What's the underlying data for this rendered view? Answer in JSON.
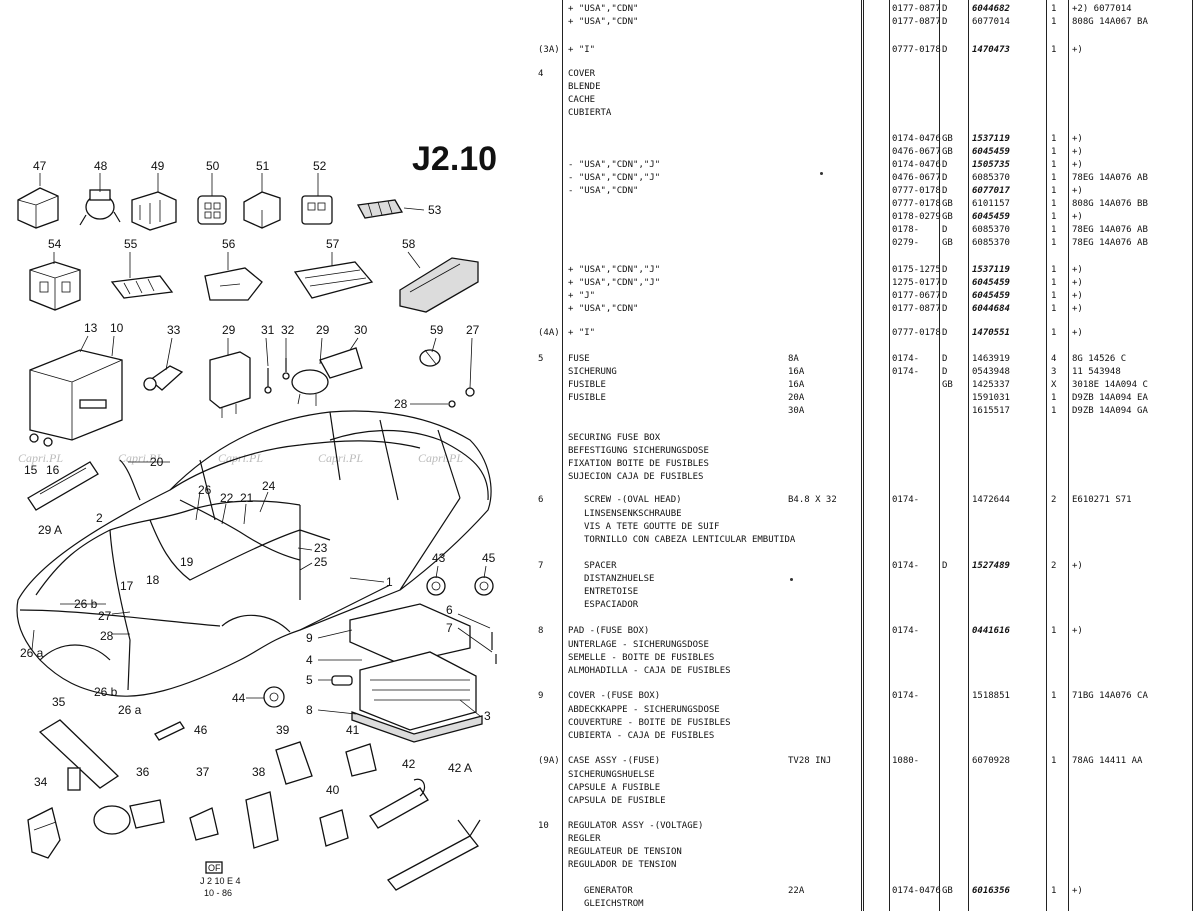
{
  "diagram": {
    "title": "J2.10",
    "footer_box": "OF",
    "footer_code": "J 2 10 E 4",
    "footer_date": "10 - 86",
    "watermark": "Capri.PL",
    "callouts": [
      "47",
      "48",
      "49",
      "50",
      "51",
      "52",
      "53",
      "54",
      "55",
      "56",
      "57",
      "58",
      "13",
      "10",
      "33",
      "29",
      "31",
      "32",
      "29",
      "30",
      "59",
      "27",
      "28",
      "15",
      "16",
      "29 A",
      "20",
      "2",
      "26",
      "22",
      "21",
      "24",
      "17",
      "18",
      "19",
      "23",
      "25",
      "1",
      "43",
      "45",
      "26 b",
      "27",
      "28",
      "26 a",
      "26 b",
      "26 a",
      "6",
      "7",
      "9",
      "4",
      "5",
      "8",
      "3",
      "44",
      "35",
      "46",
      "39",
      "41",
      "42",
      "42 A",
      "34",
      "36",
      "37",
      "38",
      "40"
    ]
  },
  "parts_table": {
    "rows": [
      {
        "ref": "",
        "desc": "+ \"USA\",\"CDN\"",
        "spec": "",
        "date": "0177-0877",
        "ctry": "D",
        "part": "6044682",
        "qty": "1",
        "note": "+2) 6077014",
        "hand": true
      },
      {
        "ref": "",
        "desc": "+ \"USA\",\"CDN\"",
        "spec": "",
        "date": "0177-0877",
        "ctry": "D",
        "part": "6077014",
        "qty": "1",
        "note": "808G 14A067 BA",
        "hand": false
      },
      {
        "ref": "(3A)",
        "desc": "+ \"I\"",
        "spec": "",
        "date": "0777-0178",
        "ctry": "D",
        "part": "1470473",
        "qty": "1",
        "note": "+)",
        "hand": true
      },
      {
        "ref": "4",
        "desc": "COVER",
        "spec": "",
        "date": "",
        "ctry": "",
        "part": "",
        "qty": "",
        "note": "",
        "hand": false
      },
      {
        "ref": "",
        "desc": "BLENDE",
        "spec": "",
        "date": "",
        "ctry": "",
        "part": "",
        "qty": "",
        "note": "",
        "hand": false
      },
      {
        "ref": "",
        "desc": "CACHE",
        "spec": "",
        "date": "",
        "ctry": "",
        "part": "",
        "qty": "",
        "note": "",
        "hand": false
      },
      {
        "ref": "",
        "desc": "CUBIERTA",
        "spec": "",
        "date": "",
        "ctry": "",
        "part": "",
        "qty": "",
        "note": "",
        "hand": false
      },
      {
        "ref": "",
        "desc": "",
        "spec": "",
        "date": "0174-0476",
        "ctry": "GB",
        "part": "1537119",
        "qty": "1",
        "note": "+)",
        "hand": true
      },
      {
        "ref": "",
        "desc": "",
        "spec": "",
        "date": "0476-0677",
        "ctry": "GB",
        "part": "6045459",
        "qty": "1",
        "note": "+)",
        "hand": true
      },
      {
        "ref": "",
        "desc": "- \"USA\",\"CDN\",\"J\"",
        "spec": "",
        "date": "0174-0476",
        "ctry": "D",
        "part": "1505735",
        "qty": "1",
        "note": "+)",
        "hand": true
      },
      {
        "ref": "",
        "desc": "- \"USA\",\"CDN\",\"J\"",
        "spec": "",
        "date": "0476-0677",
        "ctry": "D",
        "part": "6085370",
        "qty": "1",
        "note": "78EG 14A076 AB",
        "hand": false
      },
      {
        "ref": "",
        "desc": "- \"USA\",\"CDN\"",
        "spec": "",
        "date": "0777-0178",
        "ctry": "D",
        "part": "6077017",
        "qty": "1",
        "note": "+)",
        "hand": true
      },
      {
        "ref": "",
        "desc": "",
        "spec": "",
        "date": "0777-0178",
        "ctry": "GB",
        "part": "6101157",
        "qty": "1",
        "note": "808G 14A076 BB",
        "hand": false
      },
      {
        "ref": "",
        "desc": "",
        "spec": "",
        "date": "0178-0279",
        "ctry": "GB",
        "part": "6045459",
        "qty": "1",
        "note": "+)",
        "hand": true
      },
      {
        "ref": "",
        "desc": "",
        "spec": "",
        "date": "0178-",
        "ctry": "D",
        "part": "6085370",
        "qty": "1",
        "note": "78EG 14A076 AB",
        "hand": false
      },
      {
        "ref": "",
        "desc": "",
        "spec": "",
        "date": "0279-",
        "ctry": "GB",
        "part": "6085370",
        "qty": "1",
        "note": "78EG 14A076 AB",
        "hand": false
      },
      {
        "ref": "",
        "desc": "+ \"USA\",\"CDN\",\"J\"",
        "spec": "",
        "date": "0175-1275",
        "ctry": "D",
        "part": "1537119",
        "qty": "1",
        "note": "+)",
        "hand": true
      },
      {
        "ref": "",
        "desc": "+ \"USA\",\"CDN\",\"J\"",
        "spec": "",
        "date": "1275-0177",
        "ctry": "D",
        "part": "6045459",
        "qty": "1",
        "note": "+)",
        "hand": true
      },
      {
        "ref": "",
        "desc": "+ \"J\"",
        "spec": "",
        "date": "0177-0677",
        "ctry": "D",
        "part": "6045459",
        "qty": "1",
        "note": "+)",
        "hand": true
      },
      {
        "ref": "",
        "desc": "+ \"USA\",\"CDN\"",
        "spec": "",
        "date": "0177-0877",
        "ctry": "D",
        "part": "6044684",
        "qty": "1",
        "note": "+)",
        "hand": true
      },
      {
        "ref": "(4A)",
        "desc": "+ \"I\"",
        "spec": "",
        "date": "0777-0178",
        "ctry": "D",
        "part": "1470551",
        "qty": "1",
        "note": "+)",
        "hand": true
      },
      {
        "ref": "5",
        "desc": "FUSE",
        "spec": "8A",
        "date": "0174-",
        "ctry": "D",
        "part": "1463919",
        "qty": "4",
        "note": "8G 14526 C",
        "hand": false
      },
      {
        "ref": "",
        "desc": "SICHERUNG",
        "spec": "16A",
        "date": "0174-",
        "ctry": "D",
        "part": "0543948",
        "qty": "3",
        "note": "11 543948",
        "hand": false
      },
      {
        "ref": "",
        "desc": "FUSIBLE",
        "spec": "16A",
        "date": "",
        "ctry": "GB",
        "part": "1425337",
        "qty": "X",
        "note": "3018E 14A094 C",
        "hand": false
      },
      {
        "ref": "",
        "desc": "FUSIBLE",
        "spec": "20A",
        "date": "",
        "ctry": "",
        "part": "1591031",
        "qty": "1",
        "note": "D9ZB 14A094 EA",
        "hand": false
      },
      {
        "ref": "",
        "desc": "",
        "spec": "30A",
        "date": "",
        "ctry": "",
        "part": "1615517",
        "qty": "1",
        "note": "D9ZB 14A094 GA",
        "hand": false
      },
      {
        "ref": "",
        "desc": "SECURING FUSE BOX",
        "spec": "",
        "date": "",
        "ctry": "",
        "part": "",
        "qty": "",
        "note": "",
        "hand": false
      },
      {
        "ref": "",
        "desc": "BEFESTIGUNG SICHERUNGSDOSE",
        "spec": "",
        "date": "",
        "ctry": "",
        "part": "",
        "qty": "",
        "note": "",
        "hand": false
      },
      {
        "ref": "",
        "desc": "FIXATION BOITE DE FUSIBLES",
        "spec": "",
        "date": "",
        "ctry": "",
        "part": "",
        "qty": "",
        "note": "",
        "hand": false
      },
      {
        "ref": "",
        "desc": "SUJECION CAJA DE FUSIBLES",
        "spec": "",
        "date": "",
        "ctry": "",
        "part": "",
        "qty": "",
        "note": "",
        "hand": false
      },
      {
        "ref": "6",
        "desc": "SCREW -(OVAL HEAD)",
        "spec": "B4.8 X 32",
        "date": "0174-",
        "ctry": "",
        "part": "1472644",
        "qty": "2",
        "note": "E610271 S71",
        "hand": false,
        "indent": true
      },
      {
        "ref": "",
        "desc": "LINSENSENKSCHRAUBE",
        "spec": "",
        "date": "",
        "ctry": "",
        "part": "",
        "qty": "",
        "note": "",
        "hand": false,
        "indent": true
      },
      {
        "ref": "",
        "desc": "VIS A TETE GOUTTE DE SUIF",
        "spec": "",
        "date": "",
        "ctry": "",
        "part": "",
        "qty": "",
        "note": "",
        "hand": false,
        "indent": true
      },
      {
        "ref": "",
        "desc": "TORNILLO CON CABEZA LENTICULAR EMBUTIDA",
        "spec": "",
        "date": "",
        "ctry": "",
        "part": "",
        "qty": "",
        "note": "",
        "hand": false,
        "indent": true
      },
      {
        "ref": "7",
        "desc": "SPACER",
        "spec": "",
        "date": "0174-",
        "ctry": "D",
        "part": "1527489",
        "qty": "2",
        "note": "+)",
        "hand": true,
        "indent": true
      },
      {
        "ref": "",
        "desc": "DISTANZHUELSE",
        "spec": "",
        "date": "",
        "ctry": "",
        "part": "",
        "qty": "",
        "note": "",
        "hand": false,
        "indent": true
      },
      {
        "ref": "",
        "desc": "ENTRETOISE",
        "spec": "",
        "date": "",
        "ctry": "",
        "part": "",
        "qty": "",
        "note": "",
        "hand": false,
        "indent": true
      },
      {
        "ref": "",
        "desc": "ESPACIADOR",
        "spec": "",
        "date": "",
        "ctry": "",
        "part": "",
        "qty": "",
        "note": "",
        "hand": false,
        "indent": true
      },
      {
        "ref": "8",
        "desc": "PAD -(FUSE BOX)",
        "spec": "",
        "date": "0174-",
        "ctry": "",
        "part": "0441616",
        "qty": "1",
        "note": "+)",
        "hand": true
      },
      {
        "ref": "",
        "desc": "UNTERLAGE - SICHERUNGSDOSE",
        "spec": "",
        "date": "",
        "ctry": "",
        "part": "",
        "qty": "",
        "note": "",
        "hand": false
      },
      {
        "ref": "",
        "desc": "SEMELLE - BOITE DE FUSIBLES",
        "spec": "",
        "date": "",
        "ctry": "",
        "part": "",
        "qty": "",
        "note": "",
        "hand": false
      },
      {
        "ref": "",
        "desc": "ALMOHADILLA - CAJA DE FUSIBLES",
        "spec": "",
        "date": "",
        "ctry": "",
        "part": "",
        "qty": "",
        "note": "",
        "hand": false
      },
      {
        "ref": "9",
        "desc": "COVER -(FUSE BOX)",
        "spec": "",
        "date": "0174-",
        "ctry": "",
        "part": "1518851",
        "qty": "1",
        "note": "71BG 14A076 CA",
        "hand": false
      },
      {
        "ref": "",
        "desc": "ABDECKKAPPE - SICHERUNGSDOSE",
        "spec": "",
        "date": "",
        "ctry": "",
        "part": "",
        "qty": "",
        "note": "",
        "hand": false
      },
      {
        "ref": "",
        "desc": "COUVERTURE - BOITE DE FUSIBLES",
        "spec": "",
        "date": "",
        "ctry": "",
        "part": "",
        "qty": "",
        "note": "",
        "hand": false
      },
      {
        "ref": "",
        "desc": "CUBIERTA - CAJA DE FUSIBLES",
        "spec": "",
        "date": "",
        "ctry": "",
        "part": "",
        "qty": "",
        "note": "",
        "hand": false
      },
      {
        "ref": "(9A)",
        "desc": "CASE ASSY -(FUSE)",
        "spec": "TV28 INJ",
        "date": "1080-",
        "ctry": "",
        "part": "6070928",
        "qty": "1",
        "note": "78AG 14411 AA",
        "hand": false
      },
      {
        "ref": "",
        "desc": "SICHERUNGSHUELSE",
        "spec": "",
        "date": "",
        "ctry": "",
        "part": "",
        "qty": "",
        "note": "",
        "hand": false
      },
      {
        "ref": "",
        "desc": "CAPSULE A FUSIBLE",
        "spec": "",
        "date": "",
        "ctry": "",
        "part": "",
        "qty": "",
        "note": "",
        "hand": false
      },
      {
        "ref": "",
        "desc": "CAPSULA DE FUSIBLE",
        "spec": "",
        "date": "",
        "ctry": "",
        "part": "",
        "qty": "",
        "note": "",
        "hand": false
      },
      {
        "ref": "10",
        "desc": "REGULATOR ASSY -(VOLTAGE)",
        "spec": "",
        "date": "",
        "ctry": "",
        "part": "",
        "qty": "",
        "note": "",
        "hand": false
      },
      {
        "ref": "",
        "desc": "REGLER",
        "spec": "",
        "date": "",
        "ctry": "",
        "part": "",
        "qty": "",
        "note": "",
        "hand": false
      },
      {
        "ref": "",
        "desc": "REGULATEUR DE TENSION",
        "spec": "",
        "date": "",
        "ctry": "",
        "part": "",
        "qty": "",
        "note": "",
        "hand": false
      },
      {
        "ref": "",
        "desc": "REGULADOR DE TENSION",
        "spec": "",
        "date": "",
        "ctry": "",
        "part": "",
        "qty": "",
        "note": "",
        "hand": false
      },
      {
        "ref": "",
        "desc": "GENERATOR",
        "spec": "22A",
        "date": "0174-0476",
        "ctry": "GB",
        "part": "6016356",
        "qty": "1",
        "note": "+)",
        "hand": true,
        "indent": true
      },
      {
        "ref": "",
        "desc": "GLEICHSTROM",
        "spec": "",
        "date": "",
        "ctry": "",
        "part": "",
        "qty": "",
        "note": "",
        "hand": false,
        "indent": true
      }
    ]
  }
}
